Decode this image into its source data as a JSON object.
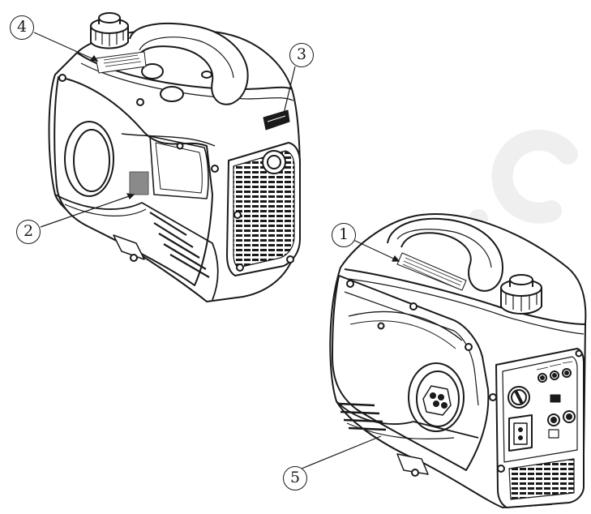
{
  "callouts": [
    {
      "id": "c1",
      "label": "1"
    },
    {
      "id": "c2",
      "label": "2"
    },
    {
      "id": "c3",
      "label": "3"
    },
    {
      "id": "c4",
      "label": "4"
    },
    {
      "id": "c5",
      "label": "5"
    }
  ],
  "colors": {
    "line": "#1a1a1a",
    "label_patch": "#8a8a8a",
    "watermark": "#efefef"
  }
}
